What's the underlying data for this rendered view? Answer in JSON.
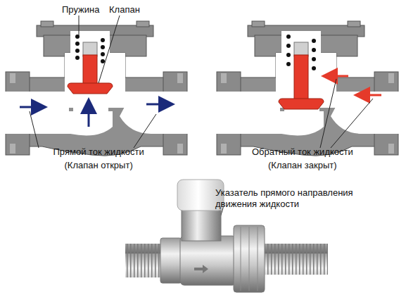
{
  "diagram": {
    "labels": [
      "Пружина",
      "Клапан",
      "Прямой ток жидкости",
      "(Клапан открыт)",
      "Обратный ток жидкости",
      "(Клапан закрыт)",
      "Указатель прямого направления движения жидкости"
    ]
  }
}
